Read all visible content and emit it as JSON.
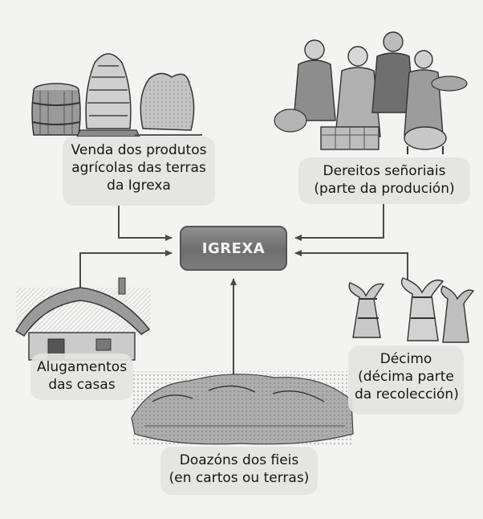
{
  "center": {
    "label": "IGREXA"
  },
  "nodes": {
    "venda": {
      "lines": [
        "Venda dos produtos",
        "agrícolas das terras",
        "da Igrexa"
      ]
    },
    "dereitos": {
      "lines": [
        "Dereitos señoriais",
        "(parte da produción)"
      ]
    },
    "alugamentos": {
      "lines": [
        "Alugamentos",
        "das casas"
      ]
    },
    "decimo": {
      "lines": [
        "Décimo",
        "(décima parte",
        "da recolección)"
      ]
    },
    "doazons": {
      "lines": [
        "Doazóns dos fieis",
        "(en cartos ou terras)"
      ]
    }
  },
  "illustrations": {
    "venda": [
      "barrel-icon",
      "beehive-icon",
      "grain-sack-icon"
    ],
    "dereitos": "peasants-with-produce-icon",
    "alugamentos": "thatched-house-icon",
    "decimo": "wheat-sheaves-icon",
    "doazons": "field-land-icon"
  },
  "colors": {
    "center_fill": "#7a7a7a",
    "center_text": "#f4f4f4",
    "arrow": "#4a4a4a",
    "label_fill": "#e4e4e2"
  }
}
